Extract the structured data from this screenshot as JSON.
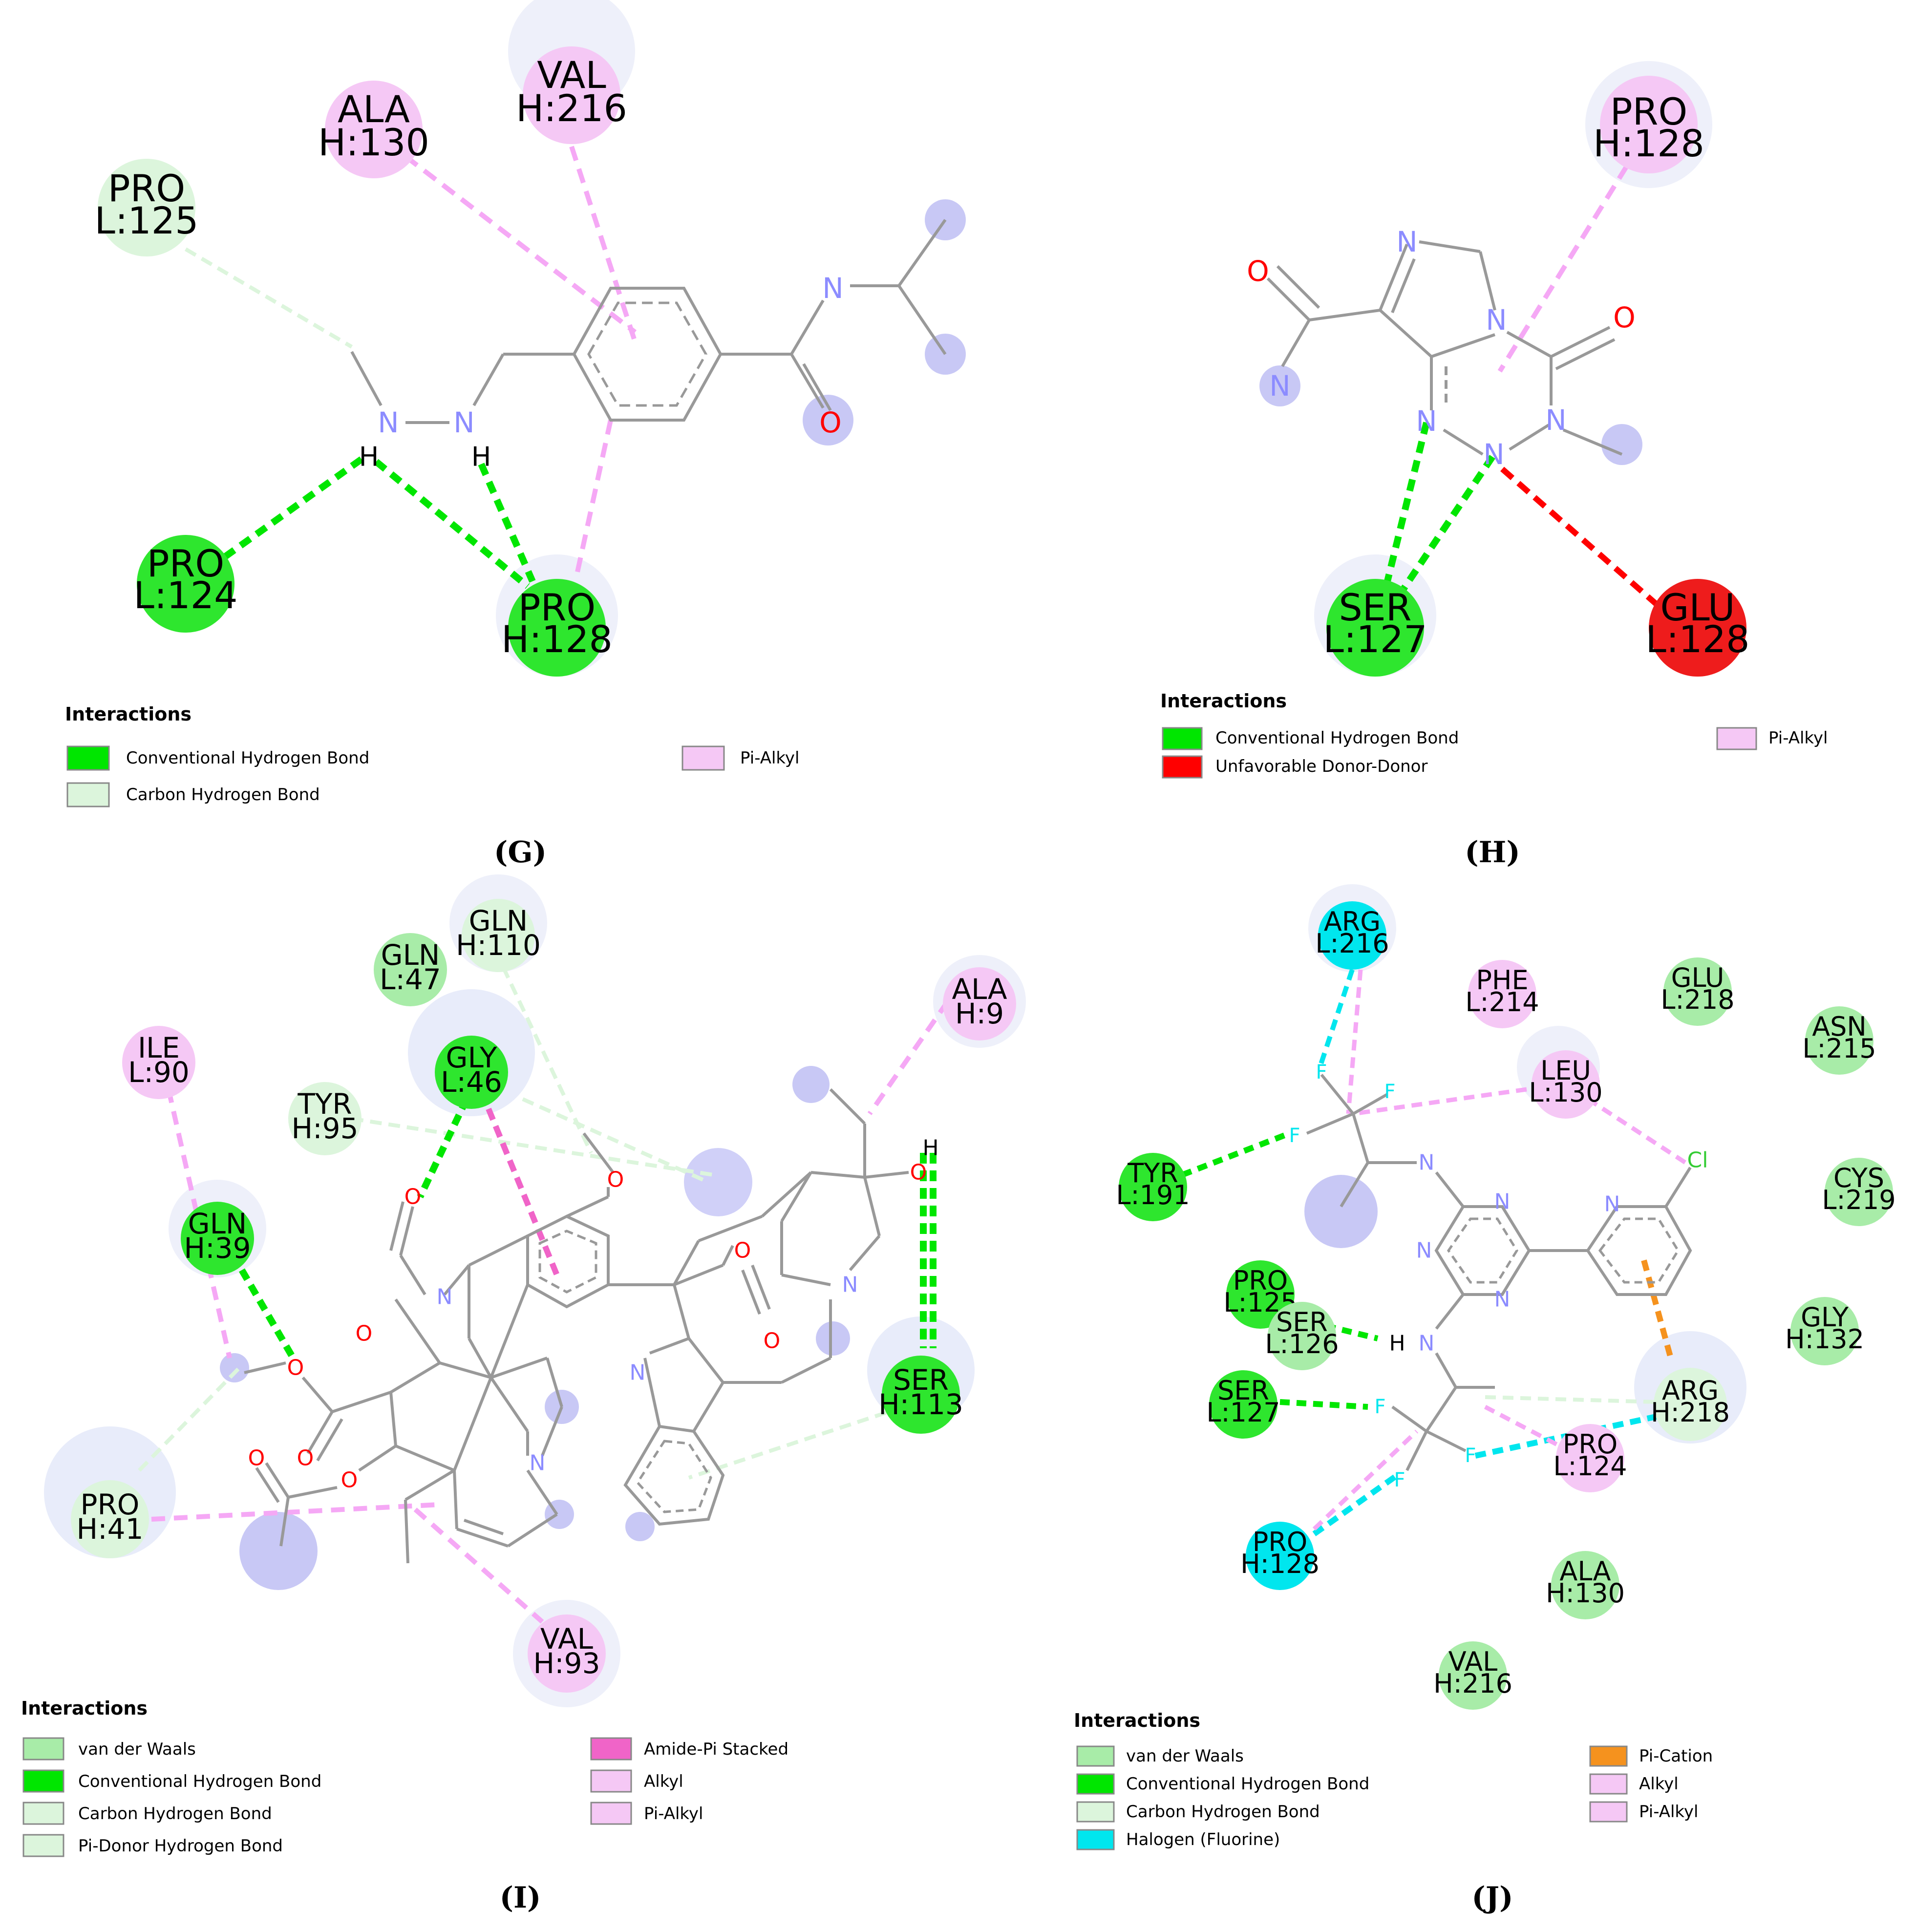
{
  "colors": {
    "conventional": "#00e600",
    "conventional_fill": "#2ee62e",
    "carbon_hb": "#dcf5dc",
    "vdw": "#a8eca8",
    "pi_alkyl": "#f5c8f5",
    "alkyl": "#f5c8f5",
    "amide_pi": "#f064c8",
    "unfavorable": "#ff0000",
    "halogen": "#00e6ee",
    "pi_cation": "#f5921e",
    "bond": "#999999",
    "nitrogen": "#8c8cff",
    "oxygen": "#ff0000"
  },
  "panels": [
    {
      "label": "(G)",
      "legend_title": "Interactions",
      "legend": [
        "Conventional Hydrogen Bond",
        "Carbon Hydrogen Bond",
        "Pi-Alkyl"
      ],
      "residues": [
        {
          "name": "ALA",
          "num": "H:130"
        },
        {
          "name": "VAL",
          "num": "H:216"
        },
        {
          "name": "PRO",
          "num": "L:125"
        },
        {
          "name": "PRO",
          "num": "L:124"
        },
        {
          "name": "PRO",
          "num": "H:128"
        }
      ]
    },
    {
      "label": "(H)",
      "legend_title": "Interactions",
      "legend": [
        "Conventional Hydrogen Bond",
        "Unfavorable Donor-Donor",
        "Pi-Alkyl"
      ],
      "residues": [
        {
          "name": "PRO",
          "num": "H:128"
        },
        {
          "name": "SER",
          "num": "L:127"
        },
        {
          "name": "GLU",
          "num": "L:128"
        }
      ]
    },
    {
      "label": "(I)",
      "legend_title": "Interactions",
      "legend": [
        "van der Waals",
        "Conventional Hydrogen Bond",
        "Carbon Hydrogen Bond",
        "Pi-Donor Hydrogen Bond",
        "Amide-Pi Stacked",
        "Alkyl",
        "Pi-Alkyl"
      ],
      "residues": [
        {
          "name": "GLN",
          "num": "H:110"
        },
        {
          "name": "GLN",
          "num": "L:47"
        },
        {
          "name": "ALA",
          "num": "H:9"
        },
        {
          "name": "ILE",
          "num": "L:90"
        },
        {
          "name": "GLY",
          "num": "L:46"
        },
        {
          "name": "TYR",
          "num": "H:95"
        },
        {
          "name": "GLN",
          "num": "H:39"
        },
        {
          "name": "SER",
          "num": "H:113"
        },
        {
          "name": "PRO",
          "num": "H:41"
        },
        {
          "name": "VAL",
          "num": "H:93"
        }
      ]
    },
    {
      "label": "(J)",
      "legend_title": "Interactions",
      "legend": [
        "van der Waals",
        "Conventional Hydrogen Bond",
        "Carbon Hydrogen Bond",
        "Halogen (Fluorine)",
        "Pi-Cation",
        "Alkyl",
        "Pi-Alkyl"
      ],
      "residues": [
        {
          "name": "ARG",
          "num": "L:216"
        },
        {
          "name": "PHE",
          "num": "L:214"
        },
        {
          "name": "GLU",
          "num": "L:218"
        },
        {
          "name": "ASN",
          "num": "L:215"
        },
        {
          "name": "LEU",
          "num": "L:130"
        },
        {
          "name": "TYR",
          "num": "L:191"
        },
        {
          "name": "CYS",
          "num": "L:219"
        },
        {
          "name": "PRO",
          "num": "L:125"
        },
        {
          "name": "SER",
          "num": "L:126"
        },
        {
          "name": "GLY",
          "num": "H:132"
        },
        {
          "name": "SER",
          "num": "L:127"
        },
        {
          "name": "ARG",
          "num": "H:218"
        },
        {
          "name": "PRO",
          "num": "L:124"
        },
        {
          "name": "PRO",
          "num": "H:128"
        },
        {
          "name": "ALA",
          "num": "H:130"
        },
        {
          "name": "VAL",
          "num": "H:216"
        }
      ]
    }
  ],
  "atoms": {
    "N": "N",
    "O": "O",
    "H": "H",
    "F": "F",
    "Cl": "Cl"
  }
}
